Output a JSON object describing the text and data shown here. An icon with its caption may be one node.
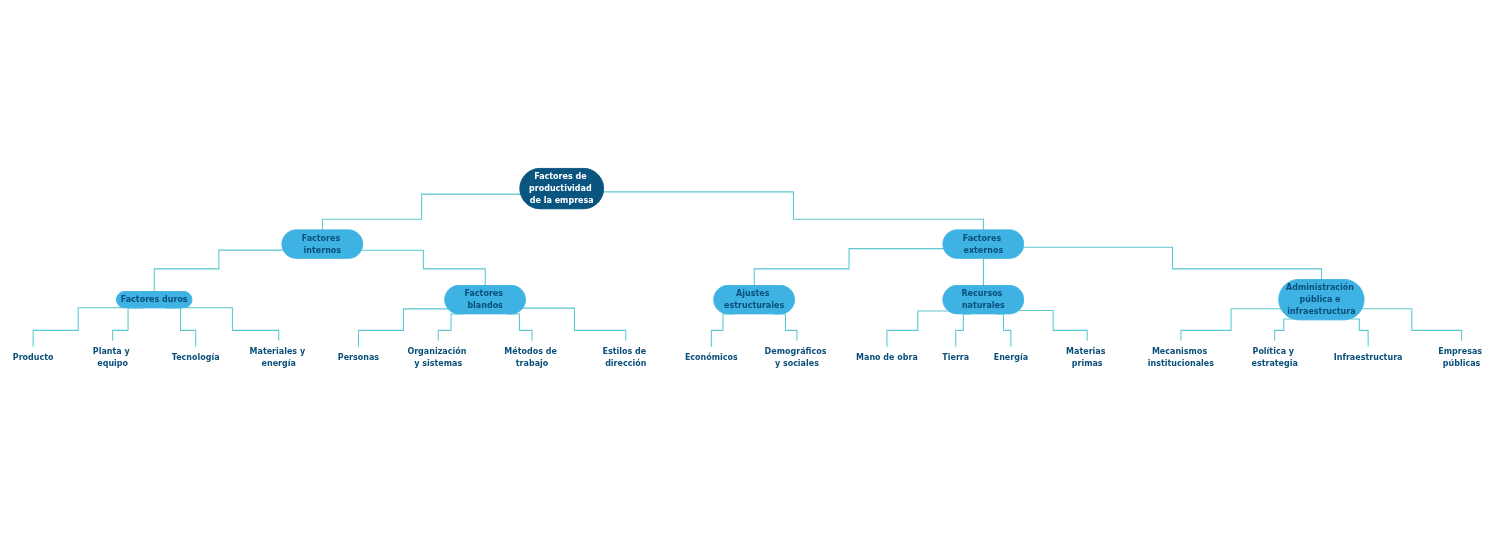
{
  "diagram": {
    "nodes": [
      {
        "text": [
          "Factores de productividad de la empresa"
        ]
      },
      {
        "text": [
          "Factores internos"
        ]
      },
      {
        "text": [
          "Factores externos"
        ]
      },
      {
        "text": [
          "Factores duros"
        ]
      },
      {
        "text": [
          "Factores blandos"
        ]
      },
      {
        "text": [
          "Ajustes estructurales"
        ]
      },
      {
        "text": [
          "Recursos naturales"
        ]
      },
      {
        "text": [
          "Administración pública e infraestructura"
        ]
      },
      {
        "text": [
          "Producto"
        ]
      },
      {
        "text": [
          "Planta y equipo"
        ]
      },
      {
        "text": [
          "Tecnología"
        ]
      },
      {
        "text": [
          "Materiales y energía"
        ]
      },
      {
        "text": [
          "Personas"
        ]
      },
      {
        "text": [
          "Organización y sistemas"
        ]
      },
      {
        "text": [
          "Métodos de trabajo"
        ]
      },
      {
        "text": [
          "Estilos de dirección"
        ]
      },
      {
        "text": [
          "Económicos"
        ]
      },
      {
        "text": [
          "Demográficos y sociales"
        ]
      },
      {
        "text": [
          "Mano de obra"
        ]
      },
      {
        "text": [
          "Tierra"
        ]
      },
      {
        "text": [
          "Energía"
        ]
      },
      {
        "text": [
          "Materias primas"
        ]
      },
      {
        "text": [
          "Mecanismos institucionales"
        ]
      },
      {
        "text": [
          "Política y estrategia"
        ]
      },
      {
        "text": [
          "Infraestructura"
        ]
      },
      {
        "text": [
          "Empresas públicas"
        ]
      }
    ],
    "edges": [
      {
        "from": 0,
        "to": 1,
        "arrow": "none"
      },
      {
        "from": 0,
        "to": 2,
        "arrow": "none"
      },
      {
        "from": 1,
        "to": 3,
        "arrow": "none"
      },
      {
        "from": 1,
        "to": 4,
        "arrow": "none"
      },
      {
        "from": 2,
        "to": 5,
        "arrow": "none"
      },
      {
        "from": 2,
        "to": 6,
        "arrow": "none"
      },
      {
        "from": 2,
        "to": 7,
        "arrow": "none"
      },
      {
        "from": 3,
        "to": 8,
        "arrow": "none"
      },
      {
        "from": 3,
        "to": 9,
        "arrow": "none"
      },
      {
        "from": 3,
        "to": 10,
        "arrow": "none"
      },
      {
        "from": 3,
        "to": 11,
        "arrow": "none"
      },
      {
        "from": 4,
        "to": 12,
        "arrow": "none"
      },
      {
        "from": 4,
        "to": 13,
        "arrow": "none"
      },
      {
        "from": 4,
        "to": 14,
        "arrow": "none"
      },
      {
        "from": 4,
        "to": 15,
        "arrow": "none"
      },
      {
        "from": 5,
        "to": 16,
        "arrow": "none"
      },
      {
        "from": 5,
        "to": 17,
        "arrow": "none"
      },
      {
        "from": 6,
        "to": 18,
        "arrow": "none"
      },
      {
        "from": 6,
        "to": 19,
        "arrow": "none"
      },
      {
        "from": 6,
        "to": 20,
        "arrow": "none"
      },
      {
        "from": 6,
        "to": 21,
        "arrow": "none"
      },
      {
        "from": 7,
        "to": 22,
        "arrow": "none"
      },
      {
        "from": 7,
        "to": 23,
        "arrow": "none"
      },
      {
        "from": 7,
        "to": 24,
        "arrow": "none"
      },
      {
        "from": 7,
        "to": 25,
        "arrow": "none"
      }
    ]
  }
}
